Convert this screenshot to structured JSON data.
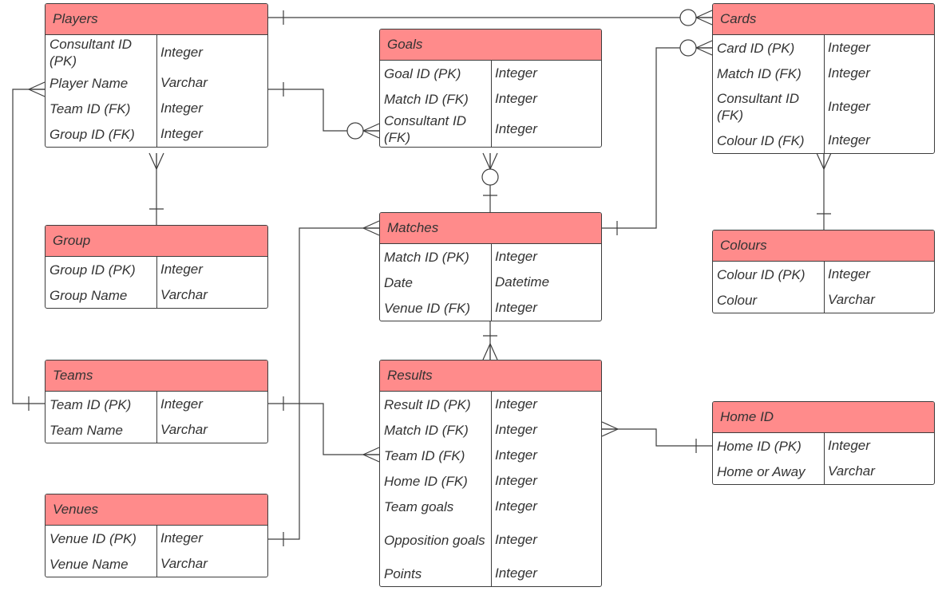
{
  "entities": [
    {
      "id": "players",
      "title": "Players",
      "rows": [
        {
          "name": "Consultant ID (PK)",
          "type": "Integer"
        },
        {
          "name": "Player Name",
          "type": "Varchar"
        },
        {
          "name": "Team ID (FK)",
          "type": "Integer"
        },
        {
          "name": "Group ID (FK)",
          "type": "Integer"
        }
      ]
    },
    {
      "id": "goals",
      "title": "Goals",
      "rows": [
        {
          "name": "Goal ID (PK)",
          "type": "Integer"
        },
        {
          "name": "Match ID  (FK)",
          "type": "Integer"
        },
        {
          "name": "Consultant ID (FK)",
          "type": "Integer"
        }
      ]
    },
    {
      "id": "cards",
      "title": "Cards",
      "rows": [
        {
          "name": "Card ID (PK)",
          "type": "Integer"
        },
        {
          "name": "Match ID (FK)",
          "type": "Integer"
        },
        {
          "name": "Consultant ID (FK)",
          "type": "Integer"
        },
        {
          "name": "Colour ID (FK)",
          "type": "Integer"
        }
      ]
    },
    {
      "id": "group",
      "title": "Group",
      "rows": [
        {
          "name": "Group ID (PK)",
          "type": "Integer"
        },
        {
          "name": "Group Name",
          "type": "Varchar"
        }
      ]
    },
    {
      "id": "matches",
      "title": "Matches",
      "rows": [
        {
          "name": "Match ID (PK)",
          "type": "Integer"
        },
        {
          "name": "Date",
          "type": "Datetime"
        },
        {
          "name": "Venue ID (FK)",
          "type": "Integer"
        }
      ]
    },
    {
      "id": "colours",
      "title": "Colours",
      "rows": [
        {
          "name": "Colour ID (PK)",
          "type": "Integer"
        },
        {
          "name": "Colour",
          "type": "Varchar"
        }
      ]
    },
    {
      "id": "teams",
      "title": "Teams",
      "rows": [
        {
          "name": "Team ID (PK)",
          "type": "Integer"
        },
        {
          "name": "Team Name",
          "type": "Varchar"
        }
      ]
    },
    {
      "id": "results",
      "title": "Results",
      "rows": [
        {
          "name": "Result ID (PK)",
          "type": "Integer"
        },
        {
          "name": "Match ID (FK)",
          "type": "Integer"
        },
        {
          "name": "Team ID (FK)",
          "type": "Integer"
        },
        {
          "name": "Home ID (FK)",
          "type": "Integer"
        },
        {
          "name": "Team goals",
          "type": "Integer"
        },
        {
          "name": "Opposition goals",
          "type": "Integer"
        },
        {
          "name": "Points",
          "type": "Integer"
        }
      ]
    },
    {
      "id": "home",
      "title": "Home ID",
      "rows": [
        {
          "name": "Home ID (PK)",
          "type": "Integer"
        },
        {
          "name": "Home or Away",
          "type": "Varchar"
        }
      ]
    },
    {
      "id": "venues",
      "title": "Venues",
      "rows": [
        {
          "name": "Venue ID (PK)",
          "type": "Integer"
        },
        {
          "name": "Venue Name",
          "type": "Varchar"
        }
      ]
    }
  ],
  "relationships": [
    {
      "from": "players",
      "to": "cards",
      "from_end": "one",
      "to_end": "zero-or-many"
    },
    {
      "from": "players",
      "to": "goals",
      "from_end": "one",
      "to_end": "zero-or-many"
    },
    {
      "from": "group",
      "to": "players",
      "from_end": "one",
      "to_end": "many"
    },
    {
      "from": "teams",
      "to": "players",
      "from_end": "one",
      "to_end": "many"
    },
    {
      "from": "goals",
      "to": "matches",
      "from_end": "zero-or-many",
      "to_end": "one"
    },
    {
      "from": "matches",
      "to": "cards",
      "from_end": "one",
      "to_end": "zero-or-many"
    },
    {
      "from": "colours",
      "to": "cards",
      "from_end": "one",
      "to_end": "many"
    },
    {
      "from": "venues",
      "to": "matches",
      "from_end": "one",
      "to_end": "many"
    },
    {
      "from": "matches",
      "to": "results",
      "from_end": "one",
      "to_end": "many"
    },
    {
      "from": "teams",
      "to": "results",
      "from_end": "one",
      "to_end": "many"
    },
    {
      "from": "home",
      "to": "results",
      "from_end": "one",
      "to_end": "many"
    }
  ],
  "colors": {
    "header": "#ff8b8b",
    "line": "#3d3d3d",
    "text": "#333333"
  }
}
